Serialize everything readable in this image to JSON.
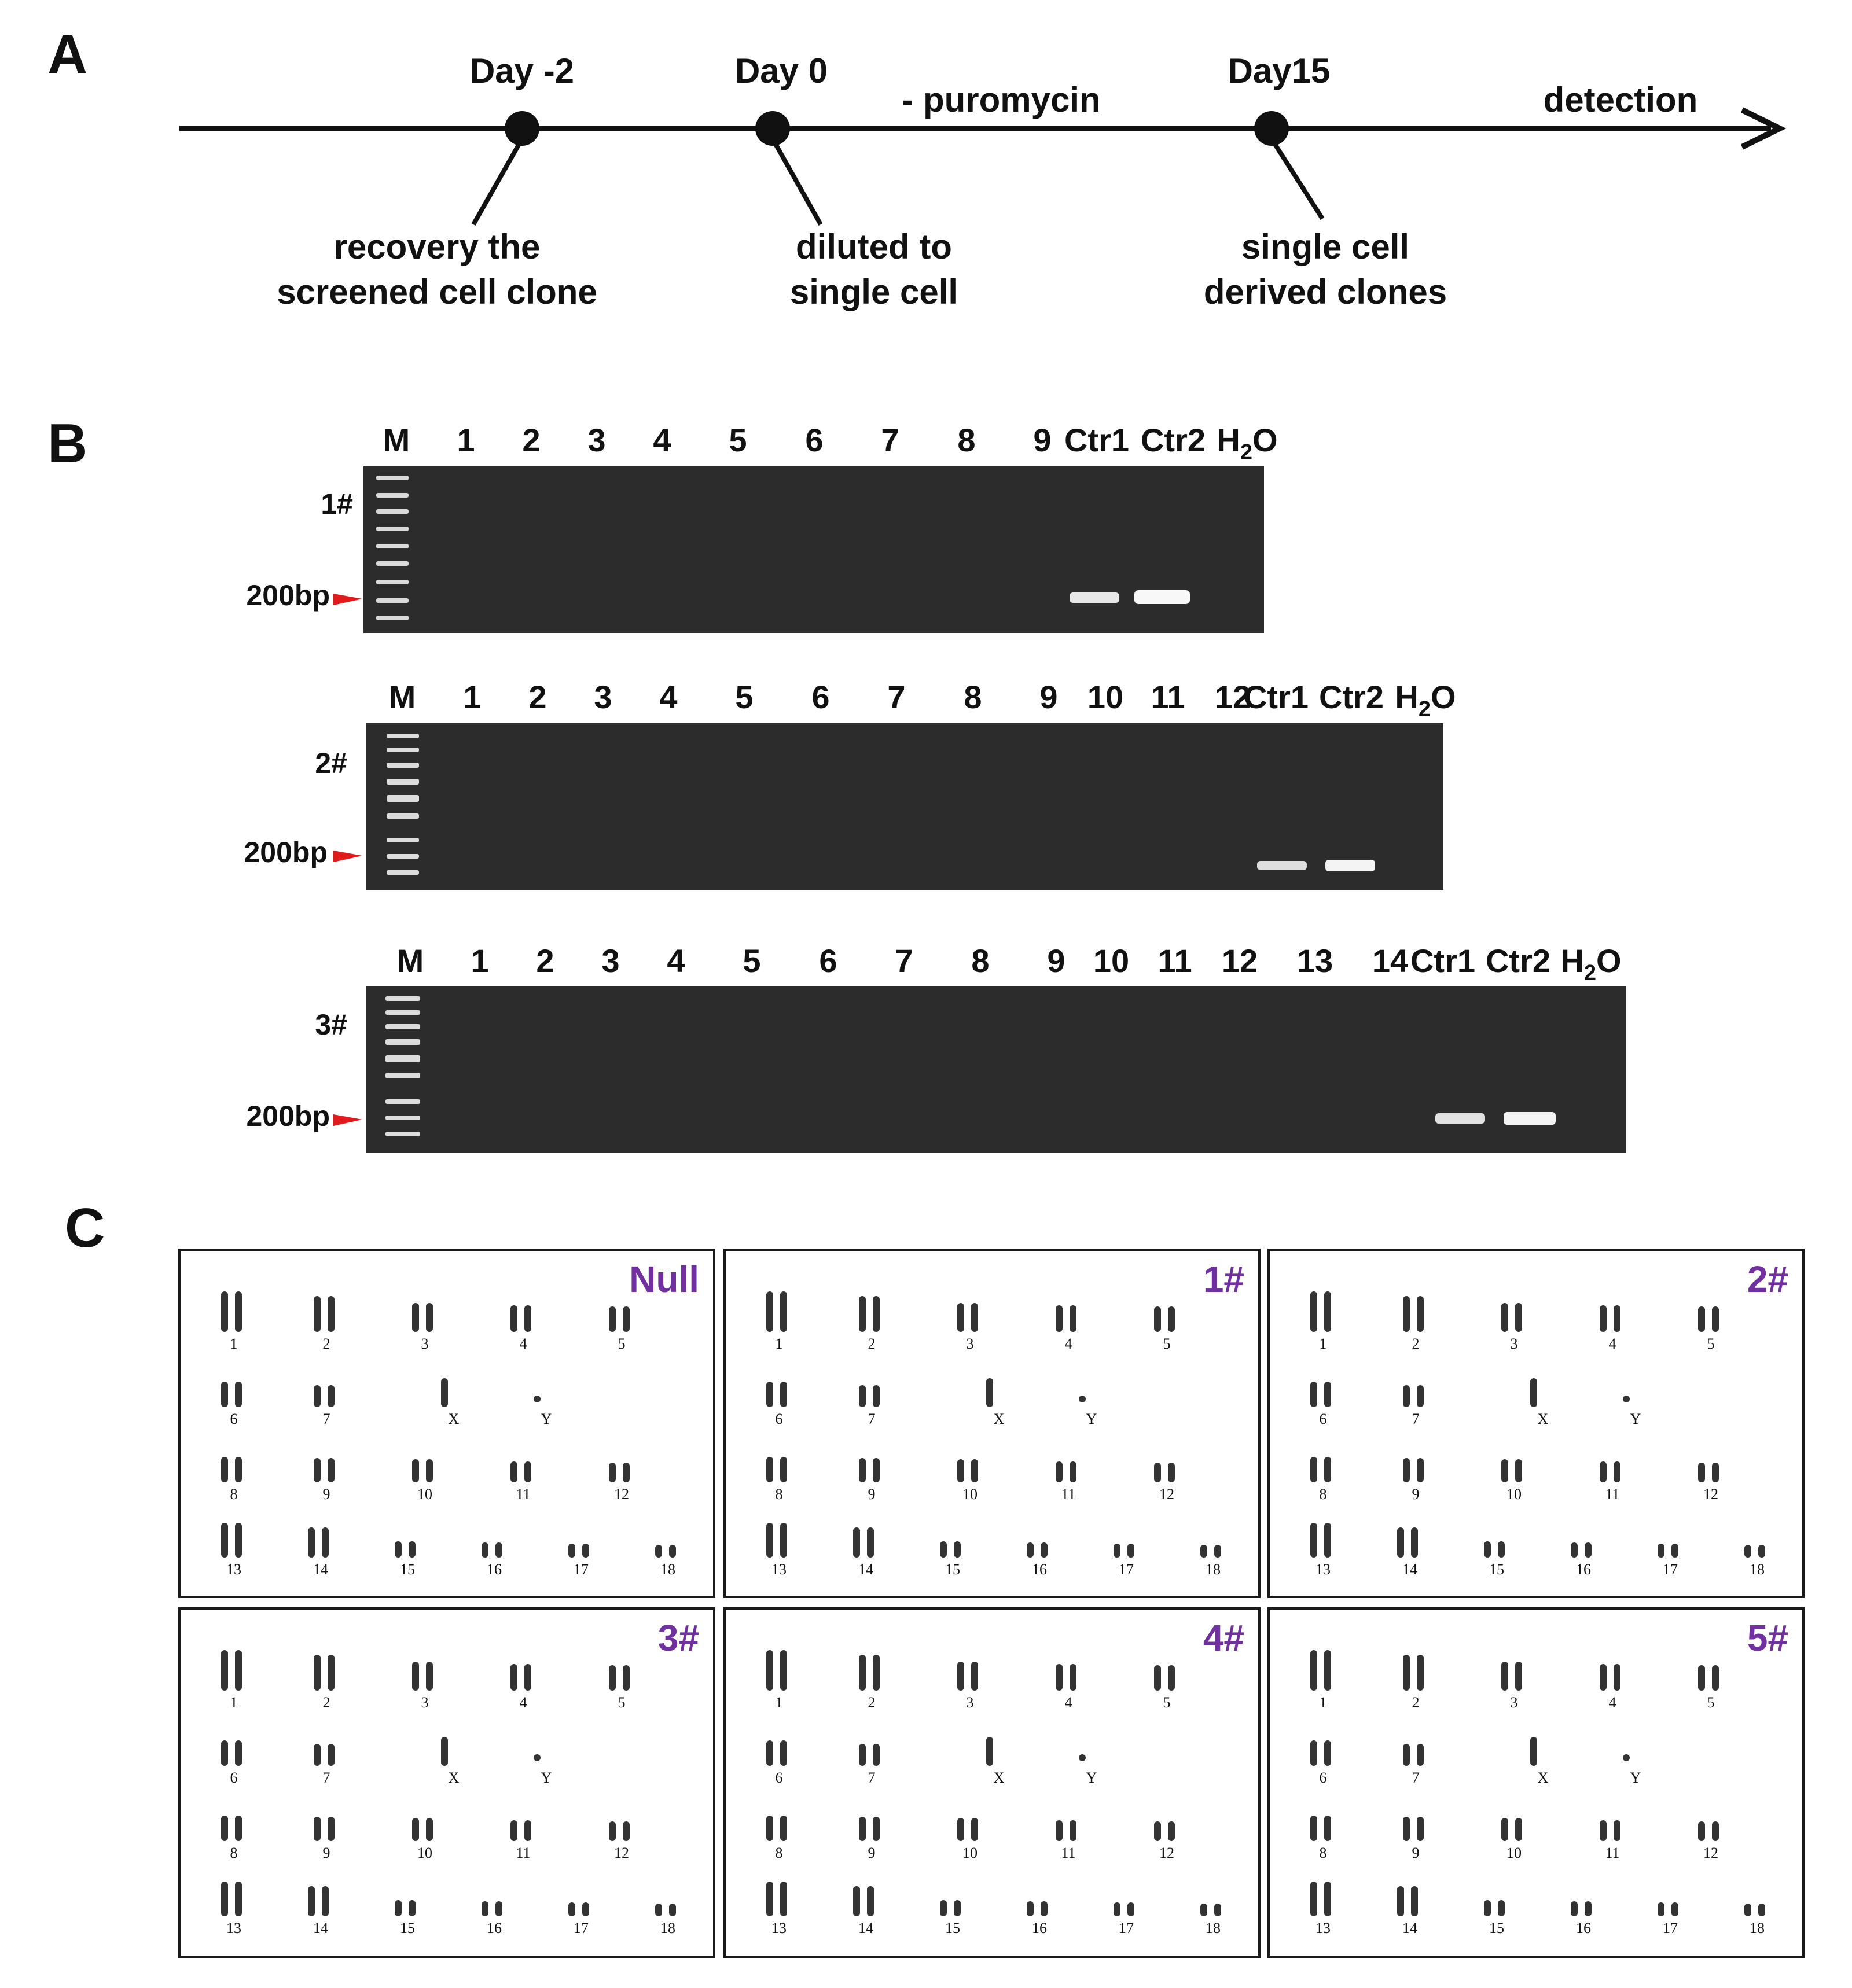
{
  "panels": {
    "a": "A",
    "b": "B",
    "c": "C"
  },
  "timeline": {
    "points": [
      {
        "label": "Day -2",
        "note1": "recovery the",
        "note2": "screened cell clone"
      },
      {
        "label": "Day 0",
        "note1": "diluted to",
        "note2": "single cell"
      },
      {
        "label": "Day15",
        "note1": "single cell",
        "note2": "derived clones"
      }
    ],
    "mid_label": "- puromycin",
    "end_label": "detection"
  },
  "gels": [
    {
      "tag": "1#",
      "marker": "M",
      "bp": "200bp",
      "lanes": [
        "1",
        "2",
        "3",
        "4",
        "5",
        "6",
        "7",
        "8",
        "9",
        "Ctr1",
        "Ctr2"
      ],
      "h2o_main": "H",
      "h2o_sub": "2",
      "h2o_tail": "O"
    },
    {
      "tag": "2#",
      "marker": "M",
      "bp": "200bp",
      "lanes": [
        "1",
        "2",
        "3",
        "4",
        "5",
        "6",
        "7",
        "8",
        "9",
        "10",
        "11",
        "12",
        "Ctr1",
        "Ctr2"
      ],
      "h2o_main": "H",
      "h2o_sub": "2",
      "h2o_tail": "O"
    },
    {
      "tag": "3#",
      "marker": "M",
      "bp": "200bp",
      "lanes": [
        "1",
        "2",
        "3",
        "4",
        "5",
        "6",
        "7",
        "8",
        "9",
        "10",
        "11",
        "12",
        "13",
        "14",
        "Ctr1",
        "Ctr2"
      ],
      "h2o_main": "H",
      "h2o_sub": "2",
      "h2o_tail": "O"
    }
  ],
  "karyotypes": {
    "titles": [
      "Null",
      "1#",
      "2#",
      "3#",
      "4#",
      "5#"
    ],
    "row1": [
      "1",
      "2",
      "3",
      "4",
      "5"
    ],
    "row2": [
      "6",
      "7",
      "X",
      "Y"
    ],
    "row3": [
      "8",
      "9",
      "10",
      "11",
      "12"
    ],
    "row4": [
      "13",
      "14",
      "15",
      "16",
      "17",
      "18"
    ]
  },
  "colors": {
    "arrowhead": "#e31a1c",
    "title": "#7030a0",
    "gel": "#2c2c2c",
    "band": "#f4f4f4"
  }
}
